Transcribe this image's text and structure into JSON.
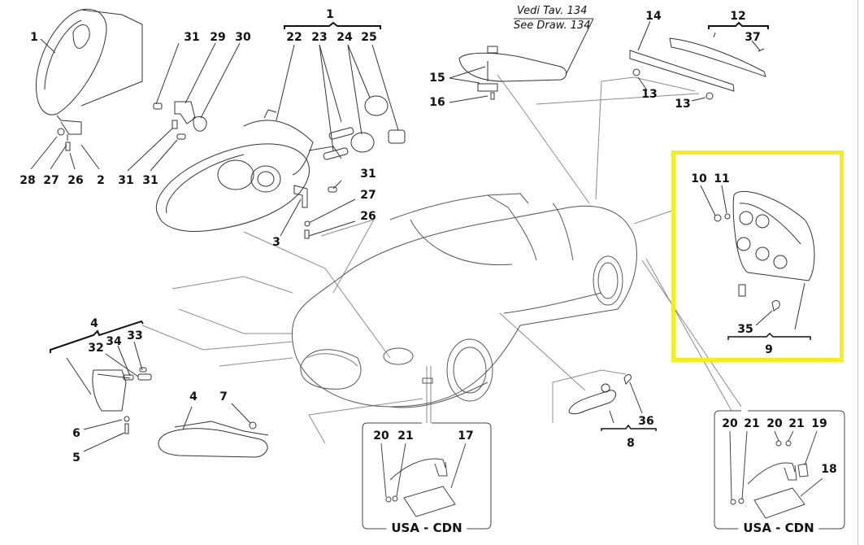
{
  "diagram": {
    "title": "Maserati Spyder – exterior lights exploded parts diagram",
    "highlight_color": "#f5ee1a",
    "line_color": "#555555",
    "highlighted_group": "9"
  },
  "references": {
    "it": "Vedi Tav. 134",
    "en": "See Draw. 134"
  },
  "regions": {
    "side_marker_front": "USA - CDN",
    "side_marker_rear": "USA - CDN"
  },
  "callouts": {
    "headlamp_left": {
      "group": "1",
      "items": [
        "28",
        "27",
        "26",
        "2"
      ]
    },
    "headlamp_brackets": {
      "items": [
        "31",
        "29",
        "30",
        "31",
        "31"
      ]
    },
    "headlamp_main": {
      "group": "1",
      "items": [
        "22",
        "23",
        "24",
        "25",
        "31",
        "27",
        "26",
        "3"
      ]
    },
    "third_brake_light": {
      "items": [
        "15",
        "16"
      ]
    },
    "rear_bar": {
      "items": [
        "14",
        "13",
        "13"
      ]
    },
    "rear_bar_group": {
      "group": "12",
      "items": [
        "37"
      ]
    },
    "tail_lamp": {
      "group": "9",
      "items": [
        "10",
        "11",
        "35"
      ]
    },
    "front_indicator": {
      "group": "4",
      "items": [
        "32",
        "34",
        "33",
        "6",
        "5"
      ]
    },
    "front_bumper_indicator": {
      "items": [
        "4",
        "7"
      ]
    },
    "side_repeater": {
      "group": "8",
      "items": [
        "36"
      ]
    },
    "side_marker_front": {
      "items": [
        "20",
        "21",
        "17"
      ]
    },
    "side_marker_rear": {
      "items": [
        "20",
        "21",
        "20",
        "21",
        "19",
        "18"
      ]
    }
  }
}
